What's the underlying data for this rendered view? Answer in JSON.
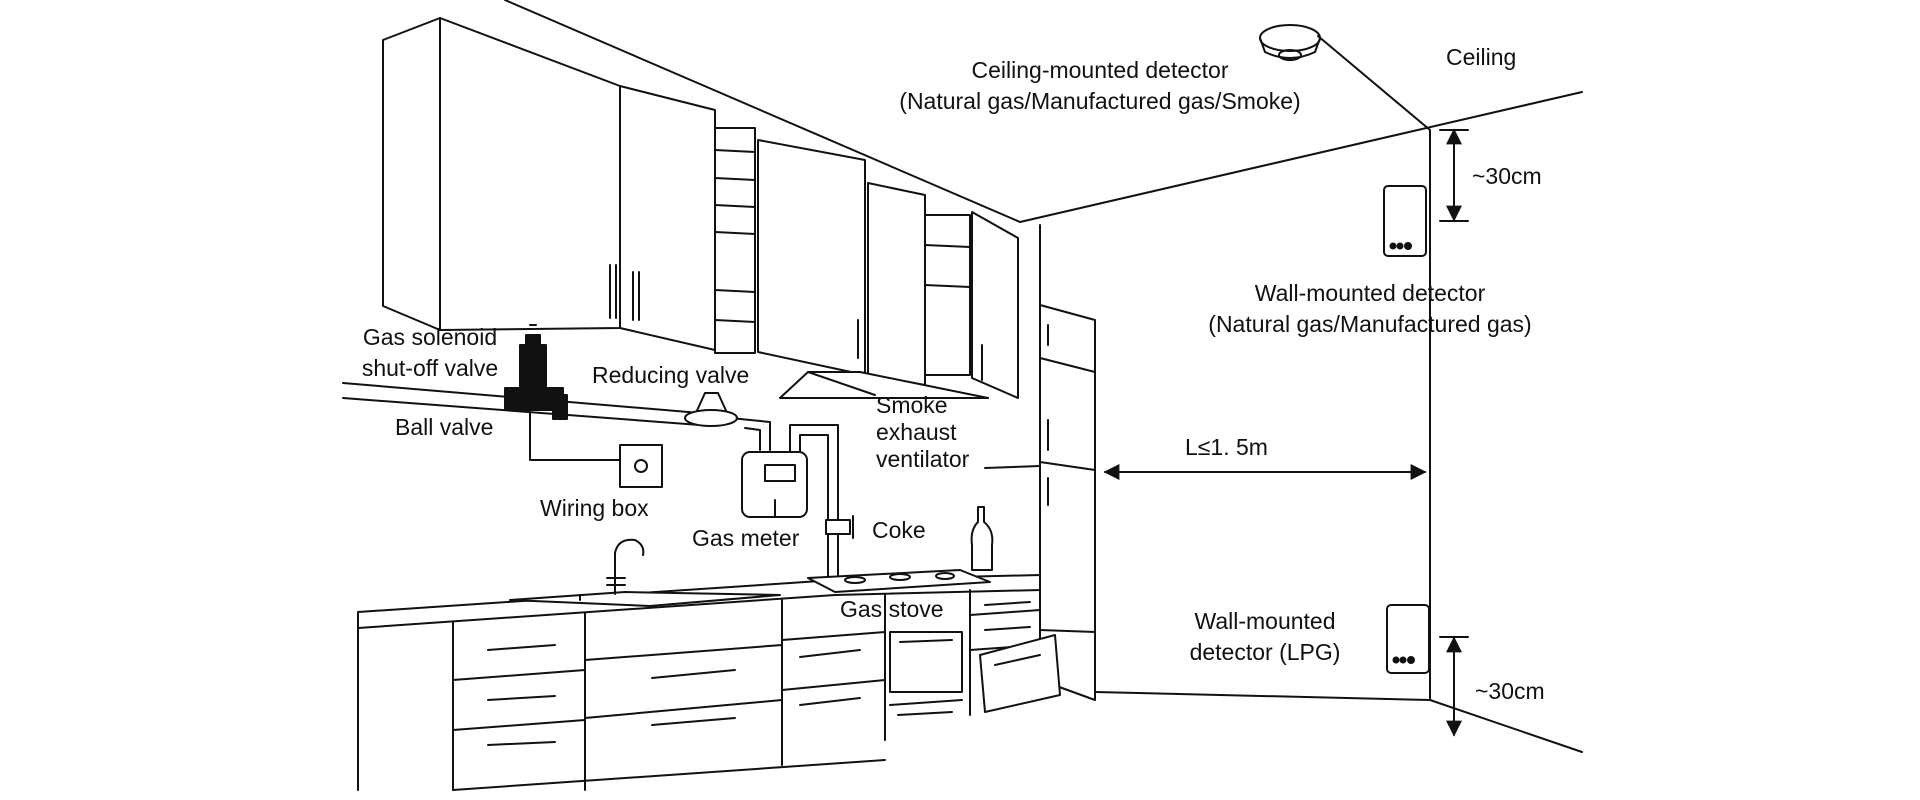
{
  "labels": {
    "ceiling": "Ceiling",
    "ceiling_detector_line1": "Ceiling-mounted detector",
    "ceiling_detector_line2": "(Natural gas/Manufactured gas/Smoke)",
    "dist_top": "~30cm",
    "wall_detector_line1": "Wall-mounted detector",
    "wall_detector_line2": "(Natural gas/Manufactured gas)",
    "distance_limit": "L≤1. 5m",
    "lpg_detector_line1": "Wall-mounted",
    "lpg_detector_line2": "detector (LPG)",
    "dist_bottom": "~30cm",
    "solenoid_line1": "Gas solenoid",
    "solenoid_line2": "shut-off valve",
    "reducing_valve": "Reducing valve",
    "ball_valve": "Ball valve",
    "smoke_line1": "Smoke",
    "smoke_line2": "exhaust",
    "smoke_line3": "ventilator",
    "wiring_box": "Wiring box",
    "gas_meter": "Gas meter",
    "coke": "Coke",
    "gas_stove": "Gas stove"
  }
}
